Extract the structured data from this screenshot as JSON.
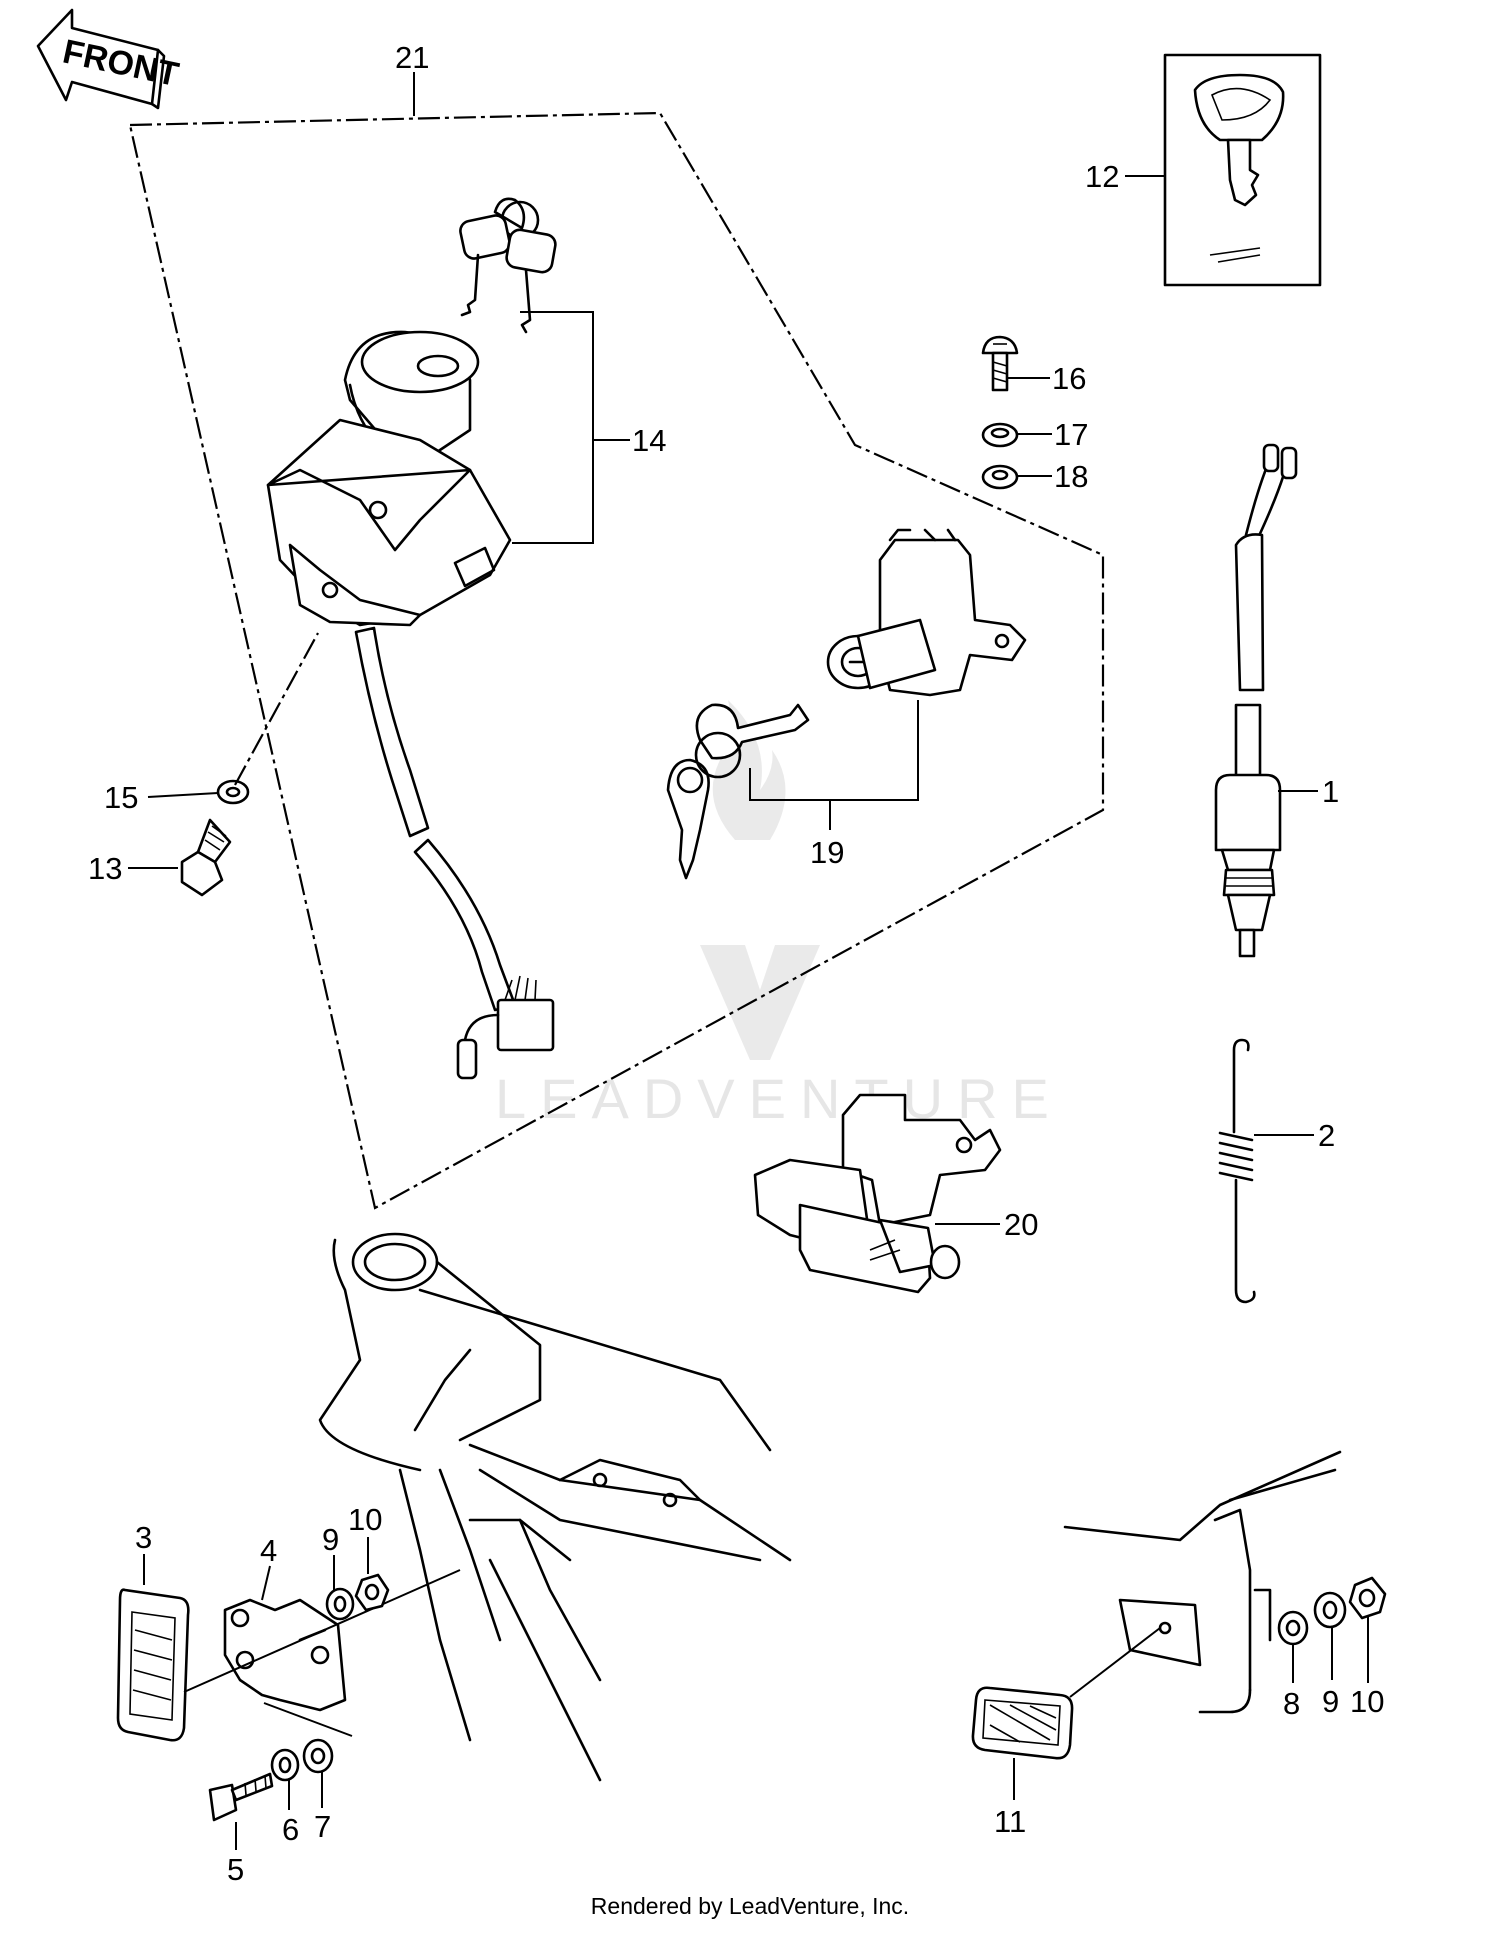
{
  "front_arrow_label": "FRONT",
  "watermark_text": "LEADVENTURE",
  "footer_text": "Rendered by LeadVenture, Inc.",
  "part_labels": {
    "p1": "1",
    "p2": "2",
    "p3": "3",
    "p4": "4",
    "p5": "5",
    "p6": "6",
    "p7": "7",
    "p8": "8",
    "p9a": "9",
    "p9b": "9",
    "p10a": "10",
    "p10b": "10",
    "p11": "11",
    "p12": "12",
    "p13": "13",
    "p14": "14",
    "p15": "15",
    "p16": "16",
    "p17": "17",
    "p18": "18",
    "p19": "19",
    "p20": "20",
    "p21": "21"
  }
}
